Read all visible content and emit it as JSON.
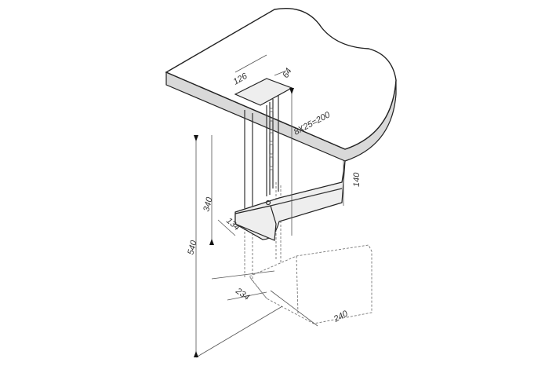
{
  "diagram": {
    "title": "Under-desk PC mount dimension drawing",
    "dimensions": {
      "plate_width": "126",
      "plate_depth": "64",
      "height_adjust": "8X25=200",
      "side_height": "140",
      "min_height": "340",
      "holder_depth": "134",
      "max_height": "540",
      "min_width": "234",
      "max_width": "240"
    }
  }
}
